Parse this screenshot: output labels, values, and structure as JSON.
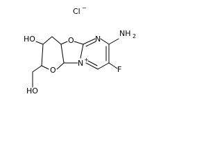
{
  "molecule": {
    "counter_ion": {
      "symbol": "Cl",
      "charge": "−"
    },
    "atoms": {
      "hydroxyl_o": "HO",
      "ring_o_ox": "O",
      "n_pyr": "N",
      "amino": "NH",
      "amino_sub": "2",
      "n_plus": "N",
      "n_plus_charge": "+",
      "ring_o_thf": "O",
      "fluoro": "F",
      "ch2oh": "HO"
    }
  }
}
